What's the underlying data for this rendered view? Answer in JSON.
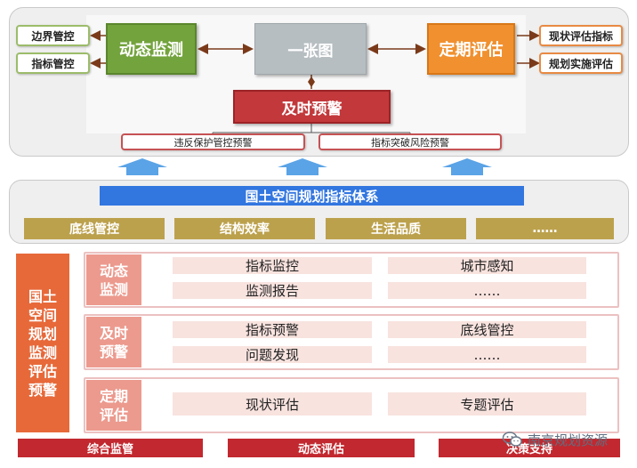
{
  "top": {
    "left_items": [
      "边界管控",
      "指标管控"
    ],
    "dynamic_monitoring": "动态监测",
    "one_map": "一张图",
    "periodic_evaluation": "定期评估",
    "right_items": [
      "现状评估指标",
      "规划实施评估"
    ],
    "timely_warning": "及时预警",
    "warnings": [
      "违反保护管控预警",
      "指标突破风险预警"
    ]
  },
  "middle": {
    "system_title": "国土空间规划指标体系",
    "categories": [
      "底线管控",
      "结构效率",
      "生活品质",
      "……"
    ]
  },
  "bottom": {
    "left_title": "国土空间规划监测评估预警",
    "rows": [
      {
        "label": "动态监测",
        "cells": [
          [
            "指标监控",
            "城市感知"
          ],
          [
            "监测报告",
            "……"
          ]
        ]
      },
      {
        "label": "及时预警",
        "cells": [
          [
            "指标预警",
            "底线管控"
          ],
          [
            "问题发现",
            "……"
          ]
        ]
      },
      {
        "label": "定期评估",
        "cells": [
          [
            "现状评估",
            "专题评估"
          ]
        ]
      }
    ]
  },
  "footer": [
    "综合监管",
    "动态评估",
    "决策支持"
  ],
  "watermark": "南京规划资源",
  "colors": {
    "green": "#73a33c",
    "orange": "#f0902f",
    "red": "#c2383b",
    "blue": "#3276e0",
    "gold": "#bca14d",
    "left_bar": "#e7693a",
    "row_label": "#ec9a8e",
    "cell": "#f8e3df",
    "footer": "#c2282f"
  }
}
